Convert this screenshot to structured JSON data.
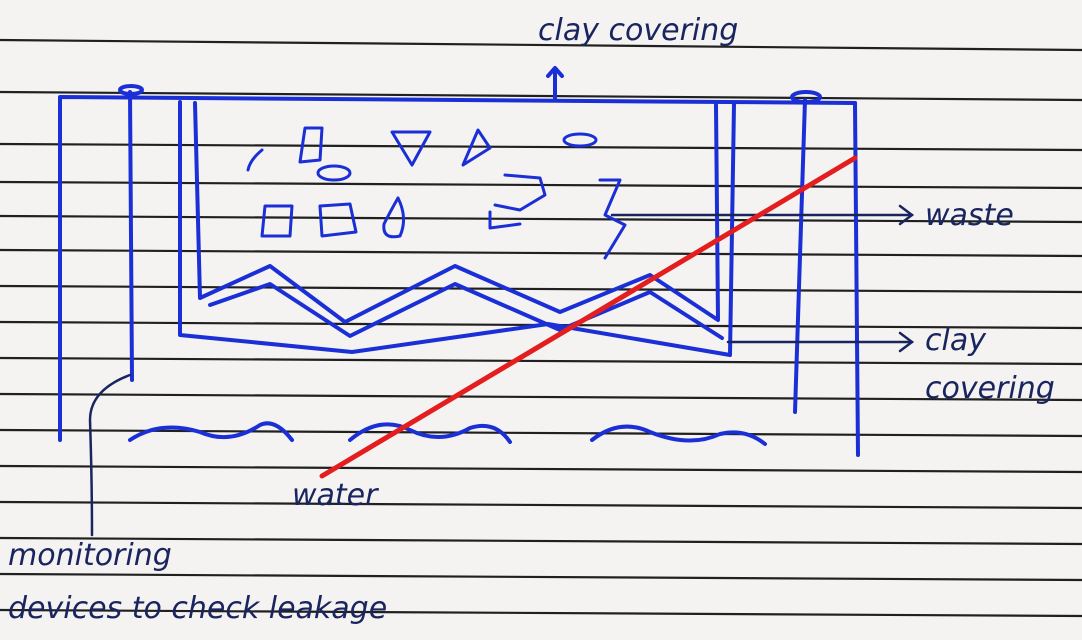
{
  "labels": {
    "clay_covering_top": "clay covering",
    "waste": "waste",
    "clay_covering_right_line1": "clay",
    "clay_covering_right_line2": "covering",
    "water": "water",
    "monitoring_line1": "monitoring",
    "monitoring_line2": "devices to check leakage"
  },
  "colors": {
    "paper": "#f4f3f1",
    "ruled_line": "#202020",
    "diagram_ink": "#1b2fd6",
    "label_ink": "#1a2560",
    "strike": "#e41e1e"
  }
}
